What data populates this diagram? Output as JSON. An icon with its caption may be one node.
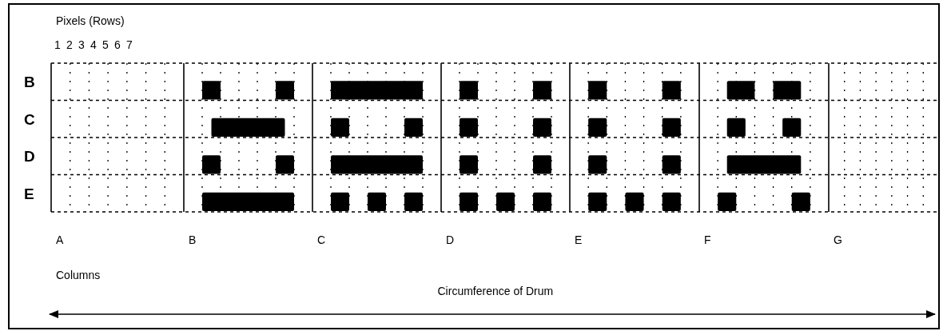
{
  "diagram": {
    "labels": [
      "Pixels (Rows)",
      "1",
      "2",
      "3",
      "4",
      "5",
      "6",
      "7",
      "B",
      "C",
      "D",
      "E",
      "A",
      "B",
      "C",
      "D",
      "E",
      "F",
      "G",
      "Columns",
      "Circumference of Drum"
    ]
  }
}
